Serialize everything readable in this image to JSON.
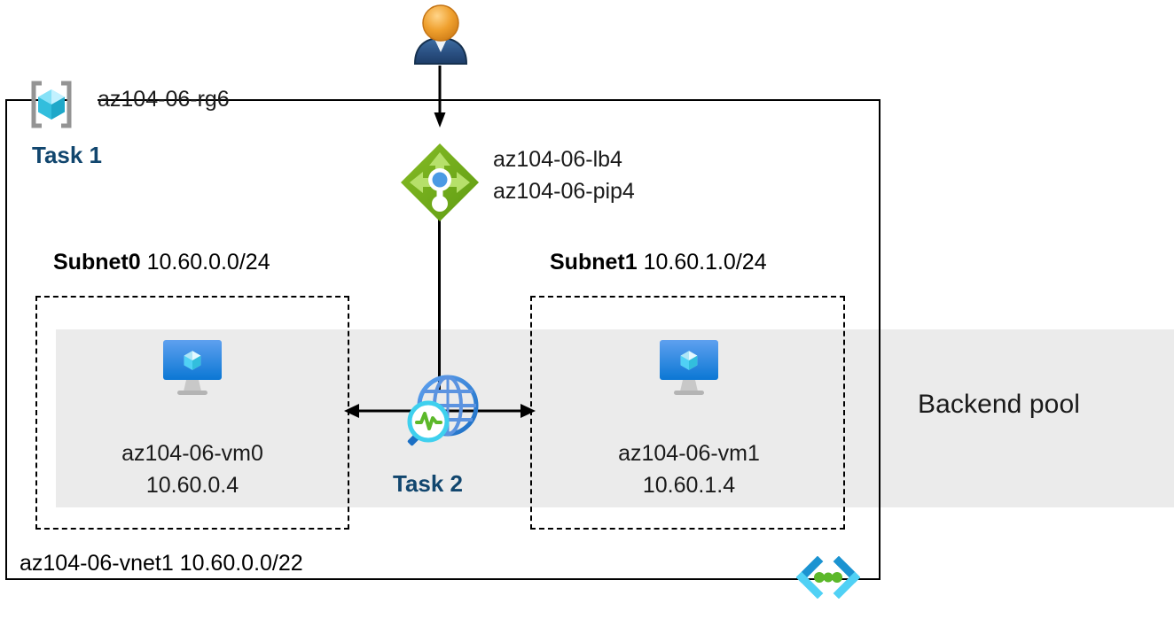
{
  "diagram": {
    "title": "Azure load balancer lab architecture",
    "colors": {
      "task_blue": "#11466e",
      "band_gray": "#ebebeb",
      "lb_green": "#7ab41d",
      "vnet_cyan": "#32bedd",
      "vm_blue": "#0078d4",
      "line_black": "#000000"
    }
  },
  "actor": {
    "icon": "user-icon",
    "arrow": "down-arrow-icon"
  },
  "resource_group": {
    "icon": "resource-group-icon",
    "label": "az104-06-rg6",
    "task_label": "Task 1"
  },
  "load_balancer": {
    "icon": "load-balancer-icon",
    "name": "az104-06-lb4",
    "public_ip": "az104-06-pip4"
  },
  "subnets": [
    {
      "name": "Subnet0",
      "cidr": "10.60.0.0/24",
      "vm": {
        "icon": "virtual-machine-icon",
        "name": "az104-06-vm0",
        "ip": "10.60.0.4"
      }
    },
    {
      "name": "Subnet1",
      "cidr": "10.60.1.0/24",
      "vm": {
        "icon": "virtual-machine-icon",
        "name": "az104-06-vm1",
        "ip": "10.60.1.4"
      }
    }
  ],
  "network_watcher": {
    "icon": "network-watcher-icon",
    "arrows": "bidirectional-arrow-icon",
    "task_label": "Task 2"
  },
  "vnet": {
    "icon": "virtual-network-icon",
    "label": "az104-06-vnet1 10.60.0.0/22"
  },
  "backend_pool": {
    "label": "Backend pool"
  }
}
